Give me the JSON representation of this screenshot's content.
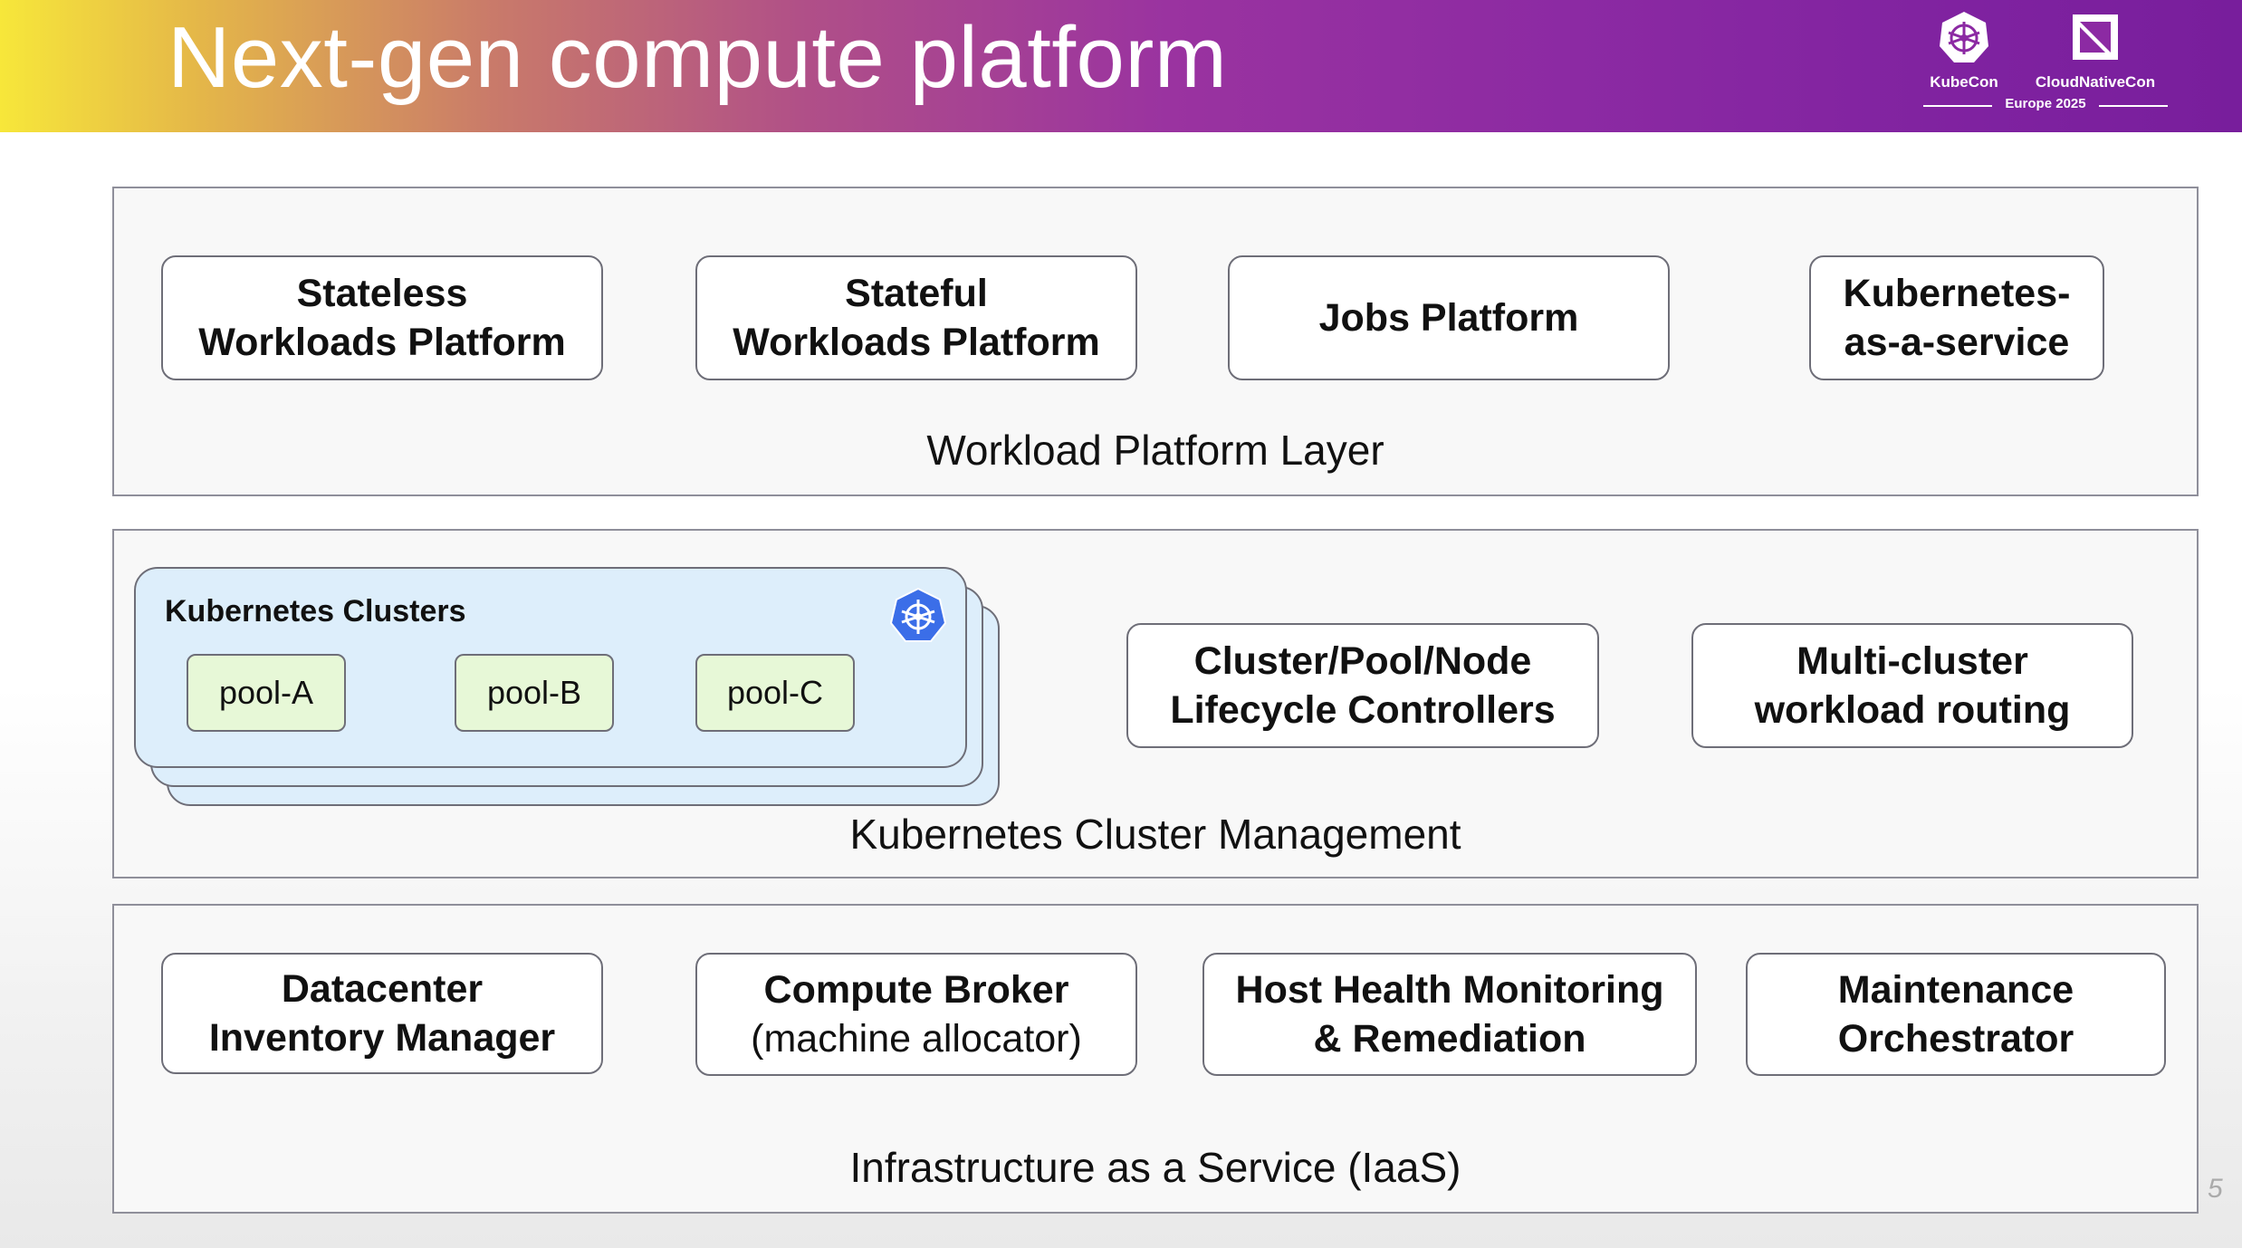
{
  "header": {
    "title": "Next-gen compute platform",
    "logos": {
      "kubecon": "KubeCon",
      "cloudnativecon": "CloudNativeCon",
      "event": "Europe 2025"
    }
  },
  "workload_layer": {
    "label": "Workload Platform Layer",
    "boxes": [
      {
        "line1": "Stateless",
        "line2": "Workloads Platform"
      },
      {
        "line1": "Stateful",
        "line2": "Workloads Platform"
      },
      {
        "line1": "Jobs Platform"
      },
      {
        "line1": "Kubernetes-",
        "line2": "as-a-service"
      }
    ]
  },
  "cluster_layer": {
    "label": "Kubernetes Cluster Management",
    "clusters": {
      "title": "Kubernetes Clusters",
      "icon": "kubernetes-helm-icon",
      "pools": [
        "pool-A",
        "pool-B",
        "pool-C"
      ]
    },
    "boxes": [
      {
        "line1": "Cluster/Pool/Node",
        "line2": "Lifecycle Controllers"
      },
      {
        "line1": "Multi-cluster",
        "line2": "workload routing"
      }
    ]
  },
  "iaas_layer": {
    "label": "Infrastructure as a Service (IaaS)",
    "boxes": [
      {
        "line1": "Datacenter",
        "line2": "Inventory Manager"
      },
      {
        "line1": "Compute Broker",
        "line2": "(machine allocator)"
      },
      {
        "line1": "Host Health Monitoring",
        "line2": "& Remediation"
      },
      {
        "line1": "Maintenance",
        "line2": "Orchestrator"
      }
    ]
  },
  "page_number": "5",
  "colors": {
    "header_gradient_start": "#f7e73a",
    "header_gradient_end": "#781e9c",
    "cluster_fill": "#ddeefb",
    "pool_fill": "#e7f8d7",
    "kubernetes_blue": "#3b6ee8"
  }
}
